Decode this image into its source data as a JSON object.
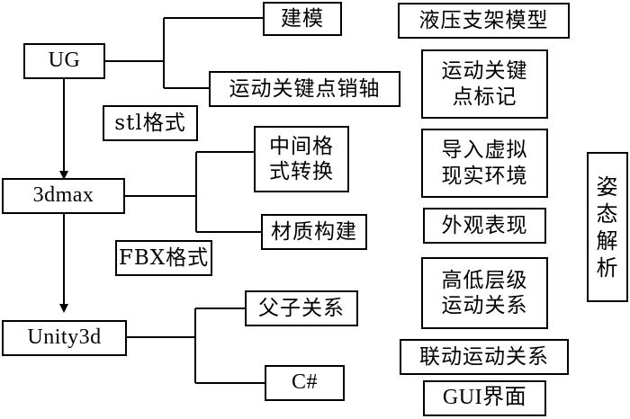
{
  "left": {
    "ug": "UG",
    "modeling": "建模",
    "motion_key_points_pin": "运动关键点销轴",
    "stl_format": "stl格式",
    "max3d": "3dmax",
    "format_conversion": "中间格\n式转换",
    "material_build": "材质构建",
    "fbx_format": "FBX格式",
    "unity3d": "Unity3d",
    "parent_child": "父子关系",
    "csharp": "C#"
  },
  "right": {
    "hydraulic_support_model": "液压支架模型",
    "motion_key_point_marking": "运动关键\n点标记",
    "import_vr": "导入虚拟\n现实环境",
    "appearance": "外观表现",
    "level_motion": "高低层级\n运动关系",
    "linkage_motion": "联动运动关系",
    "gui": "GUI界面"
  },
  "side": {
    "pose_analysis": "姿\n态\n解\n析"
  },
  "colors": {
    "line": "#000000",
    "box_border": "#000000",
    "background": "#ffffff"
  }
}
